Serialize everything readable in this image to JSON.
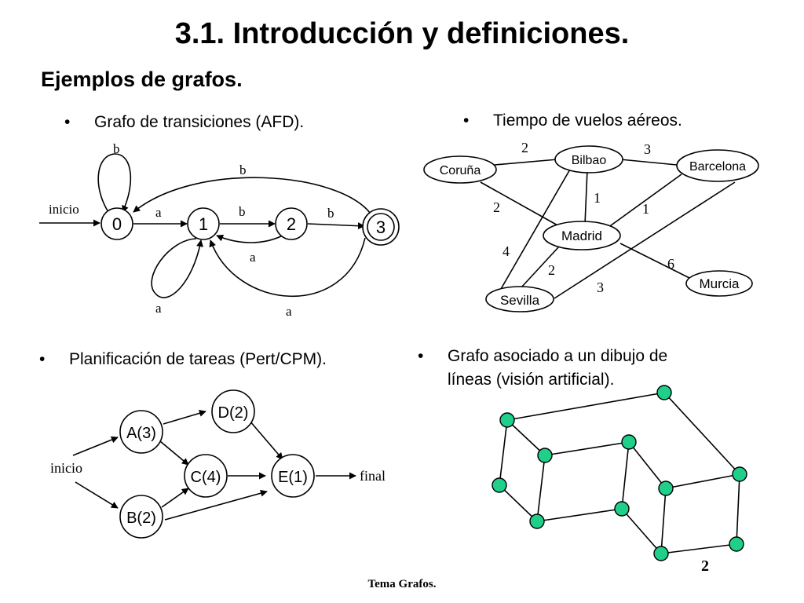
{
  "title": "3.1. Introducción y definiciones.",
  "subtitle": "Ejemplos de grafos.",
  "bullets": {
    "dot": "•",
    "afd": "Grafo de transiciones (AFD).",
    "flights": "Tiempo de vuelos aéreos.",
    "pert": "Planificación de tareas (Pert/CPM).",
    "vision_line1": "Grafo asociado a un dibujo de",
    "vision_line2": "líneas (visión artificial)."
  },
  "afd": {
    "states": [
      "0",
      "1",
      "2",
      "3"
    ],
    "start_label": "inicio",
    "labels": {
      "loop0": "b",
      "edge_0_3": "b",
      "edge_0_1": "a",
      "edge_1_2": "b",
      "edge_2_3": "b",
      "edge_2_1": "a",
      "loop1": "a",
      "edge_3_1": "a"
    },
    "accepting_state": "3"
  },
  "flights": {
    "cities": [
      "Coruña",
      "Bilbao",
      "Barcelona",
      "Madrid",
      "Sevilla",
      "Murcia"
    ],
    "weights": {
      "coruna_bilbao": "2",
      "bilbao_barcelona": "3",
      "bilbao_madrid": "1",
      "coruna_madrid": "2",
      "barcelona_madrid": "1",
      "bilbao_sevilla": "4",
      "madrid_sevilla": "2",
      "madrid_murcia": "6",
      "barcelona_sevilla": "3"
    }
  },
  "pert": {
    "tasks": [
      "A(3)",
      "B(2)",
      "C(4)",
      "D(2)",
      "E(1)"
    ],
    "start_label": "inicio",
    "end_label": "final"
  },
  "vision": {
    "node_color": "#1fcf8a",
    "label": "2"
  },
  "footer": "Tema Grafos."
}
